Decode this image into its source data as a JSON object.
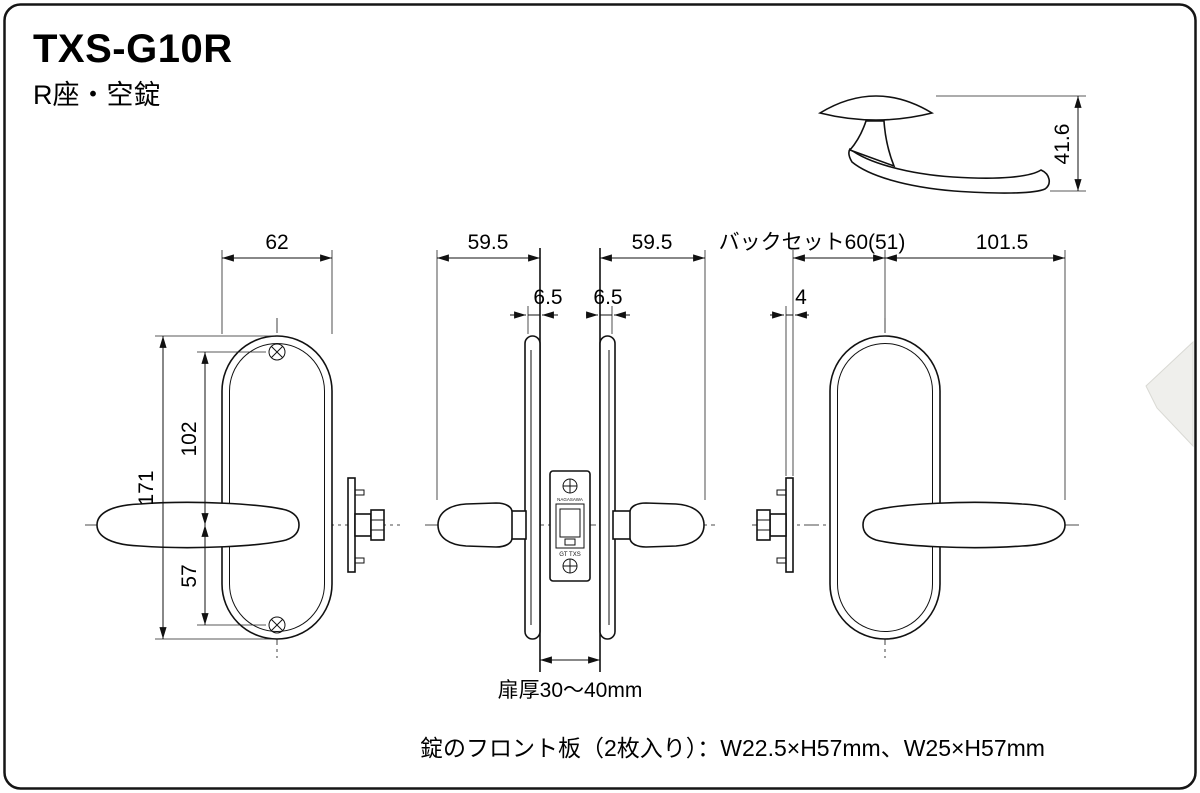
{
  "header": {
    "title": "TXS-G10R",
    "subtitle": "R座・空錠"
  },
  "views": {
    "front": {
      "dim_width": "62",
      "dim_height": "171",
      "dim_upper": "102",
      "dim_lower": "57"
    },
    "section": {
      "dim_left_projection": "59.5",
      "dim_right_projection": "59.5",
      "dim_rose_left": "6.5",
      "dim_rose_right": "6.5",
      "door_thickness_label": "扉厚30〜40mm",
      "stamp_top": "NAGASAWA",
      "stamp_bottom": "GT TXS"
    },
    "back": {
      "dim_backset": "バックセット60(51)",
      "dim_length": "101.5",
      "dim_plate": "4"
    },
    "side": {
      "dim_height": "41.6"
    }
  },
  "footer": {
    "note": "錠のフロント板（2枚入り）：W22.5×H57mm、W25×H57mm"
  },
  "colors": {
    "line": "#111111",
    "background": "#ffffff"
  }
}
